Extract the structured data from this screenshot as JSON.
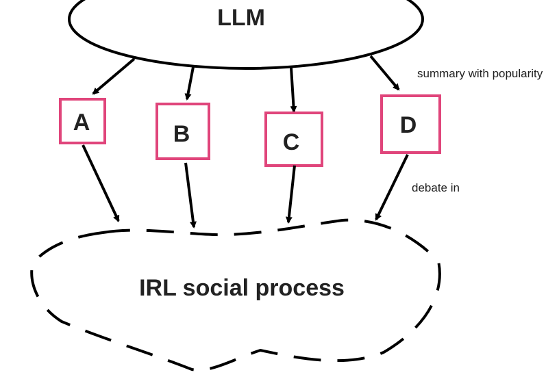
{
  "nodes": {
    "top": {
      "label": "LLM"
    },
    "agents": [
      {
        "label": "A"
      },
      {
        "label": "B"
      },
      {
        "label": "C"
      },
      {
        "label": "D"
      }
    ],
    "bottom": {
      "label": "IRL social process"
    }
  },
  "annotations": {
    "summary": "summary with popularity",
    "debate": "debate in"
  },
  "colors": {
    "agent_border": "#e0457b",
    "stroke": "#000000",
    "text": "#222222",
    "background": "#ffffff"
  }
}
